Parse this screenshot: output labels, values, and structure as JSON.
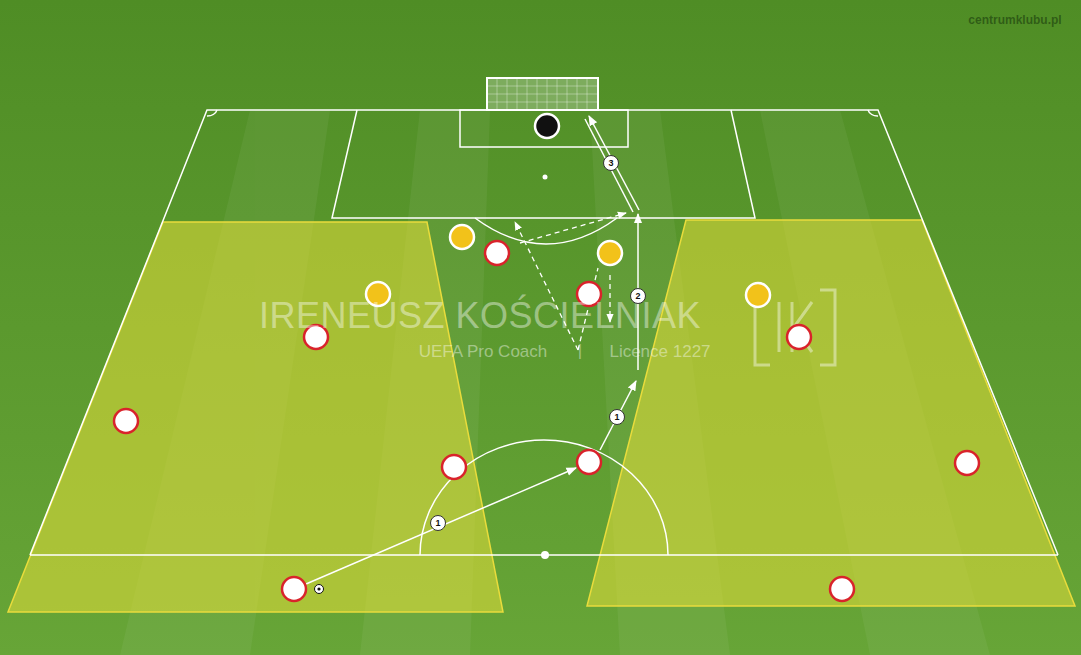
{
  "diagram": {
    "labels": [
      "centrumklubu.pl",
      "IRENEUSZ KOŚCIELNIAK",
      "UEFA Pro Coach",
      "|",
      "Licence 1227",
      "1",
      "1",
      "2",
      "3"
    ]
  }
}
